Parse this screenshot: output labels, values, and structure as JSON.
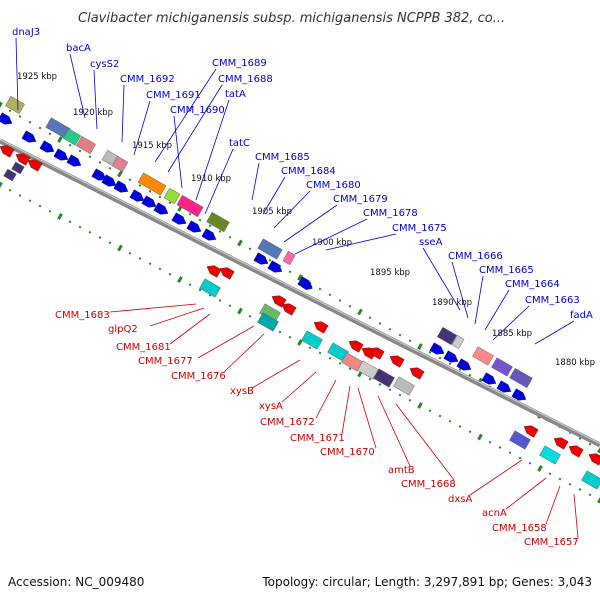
{
  "title": "Clavibacter michiganensis subsp. michiganensis NCPPB 382, co...",
  "footer": {
    "accession": "Accession: NC_009480",
    "summary": "Topology: circular; Length: 3,297,891 bp; Genes: 3,043"
  },
  "ticks": [
    "1925 kbp",
    "1920 kbp",
    "1915 kbp",
    "1910 kbp",
    "1905 kbp",
    "1900 kbp",
    "1895 kbp",
    "1890 kbp",
    "1885 kbp",
    "1880 kbp"
  ],
  "colors": {
    "backbone": "#888888",
    "plus_label": "#0000cc",
    "minus_label": "#cc0000",
    "tick_dots": "#228822"
  },
  "labels_plus": [
    "dnaJ3",
    "bacA",
    "cysS2",
    "CMM_1692",
    "CMM_1691",
    "CMM_1689",
    "CMM_1688",
    "CMM_1690",
    "tatA",
    "tatC",
    "CMM_1685",
    "CMM_1684",
    "CMM_1680",
    "CMM_1679",
    "CMM_1678",
    "CMM_1675",
    "sseA",
    "CMM_1666",
    "CMM_1665",
    "CMM_1664",
    "CMM_1663",
    "fadA"
  ],
  "labels_minus": [
    "CMM_1683",
    "glpQ2",
    "CMM_1681",
    "CMM_1677",
    "CMM_1676",
    "xysB",
    "xysA",
    "CMM_1672",
    "CMM_1671",
    "CMM_1670",
    "amtB",
    "CMM_1668",
    "dxsA",
    "acnA",
    "CMM_1658",
    "CMM_1657"
  ]
}
